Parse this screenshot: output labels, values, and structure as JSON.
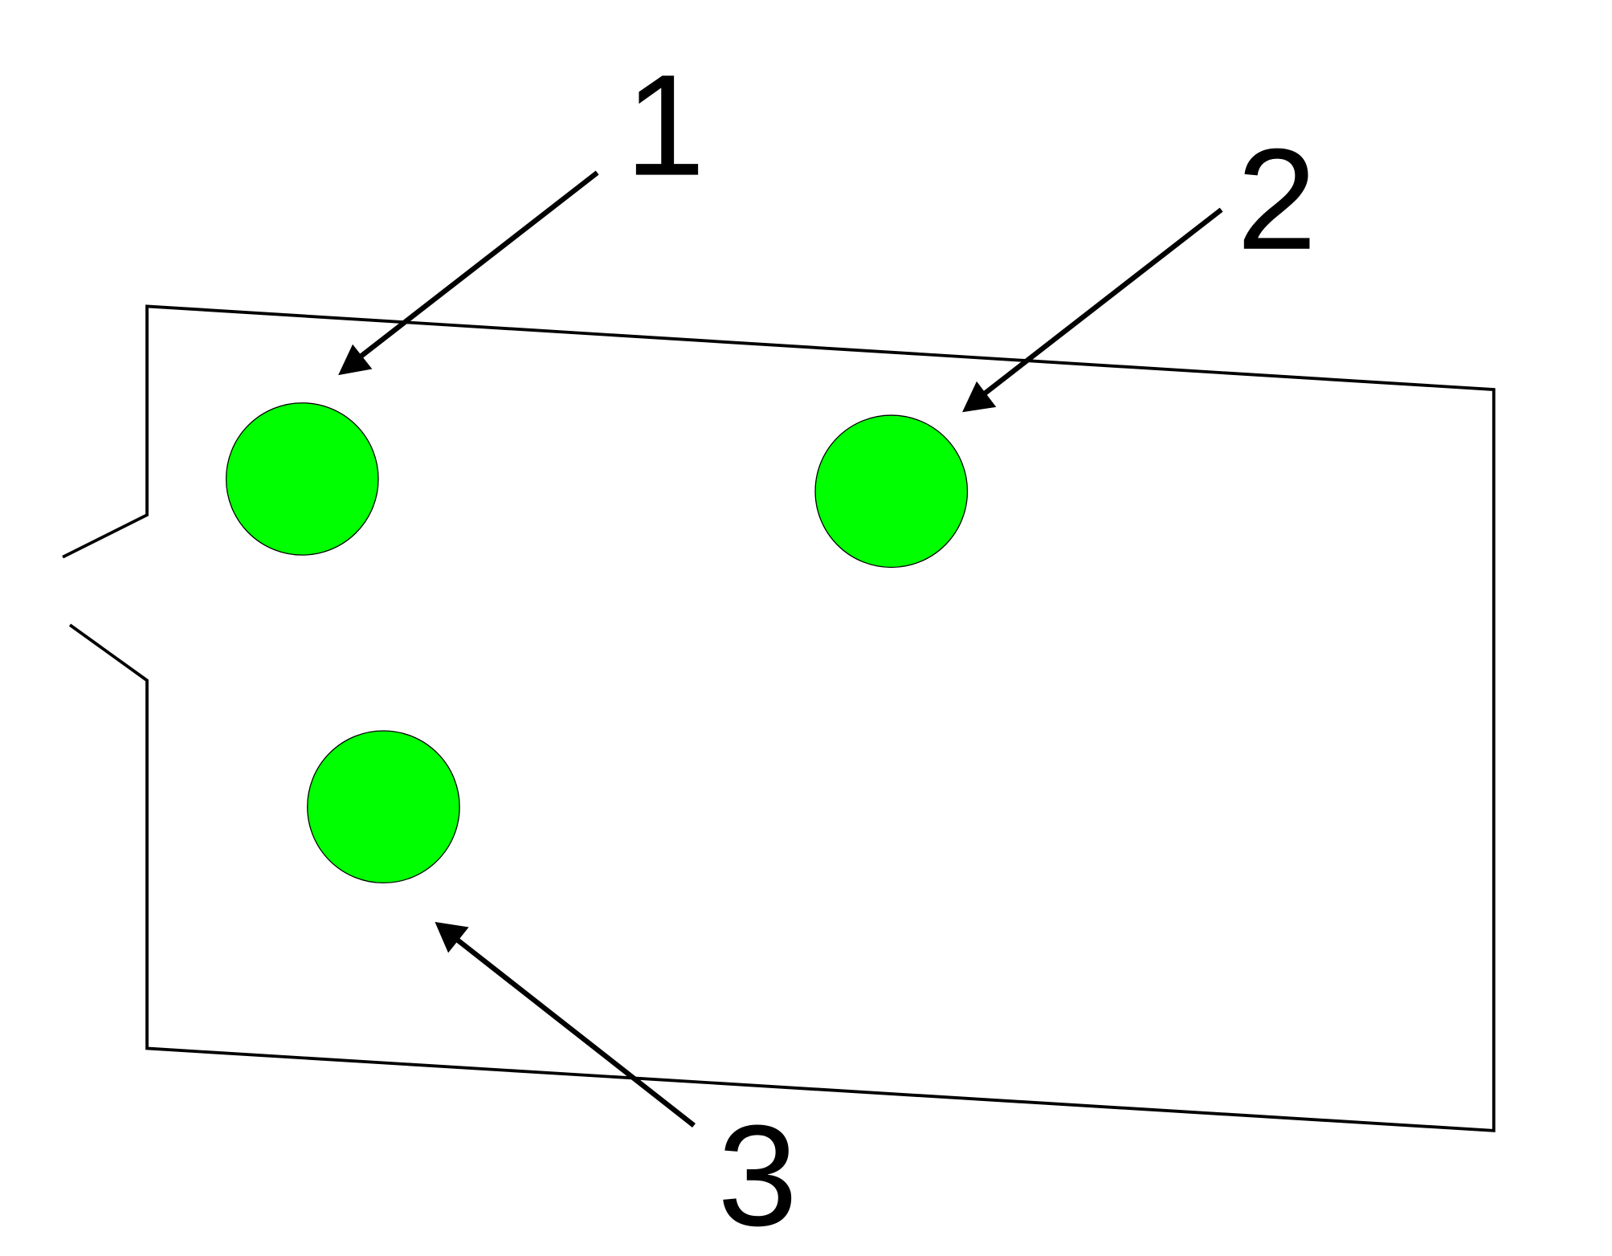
{
  "labels": [
    "1",
    "2",
    "3"
  ],
  "colors": {
    "dot": "#00ff00",
    "line": "#000000"
  }
}
